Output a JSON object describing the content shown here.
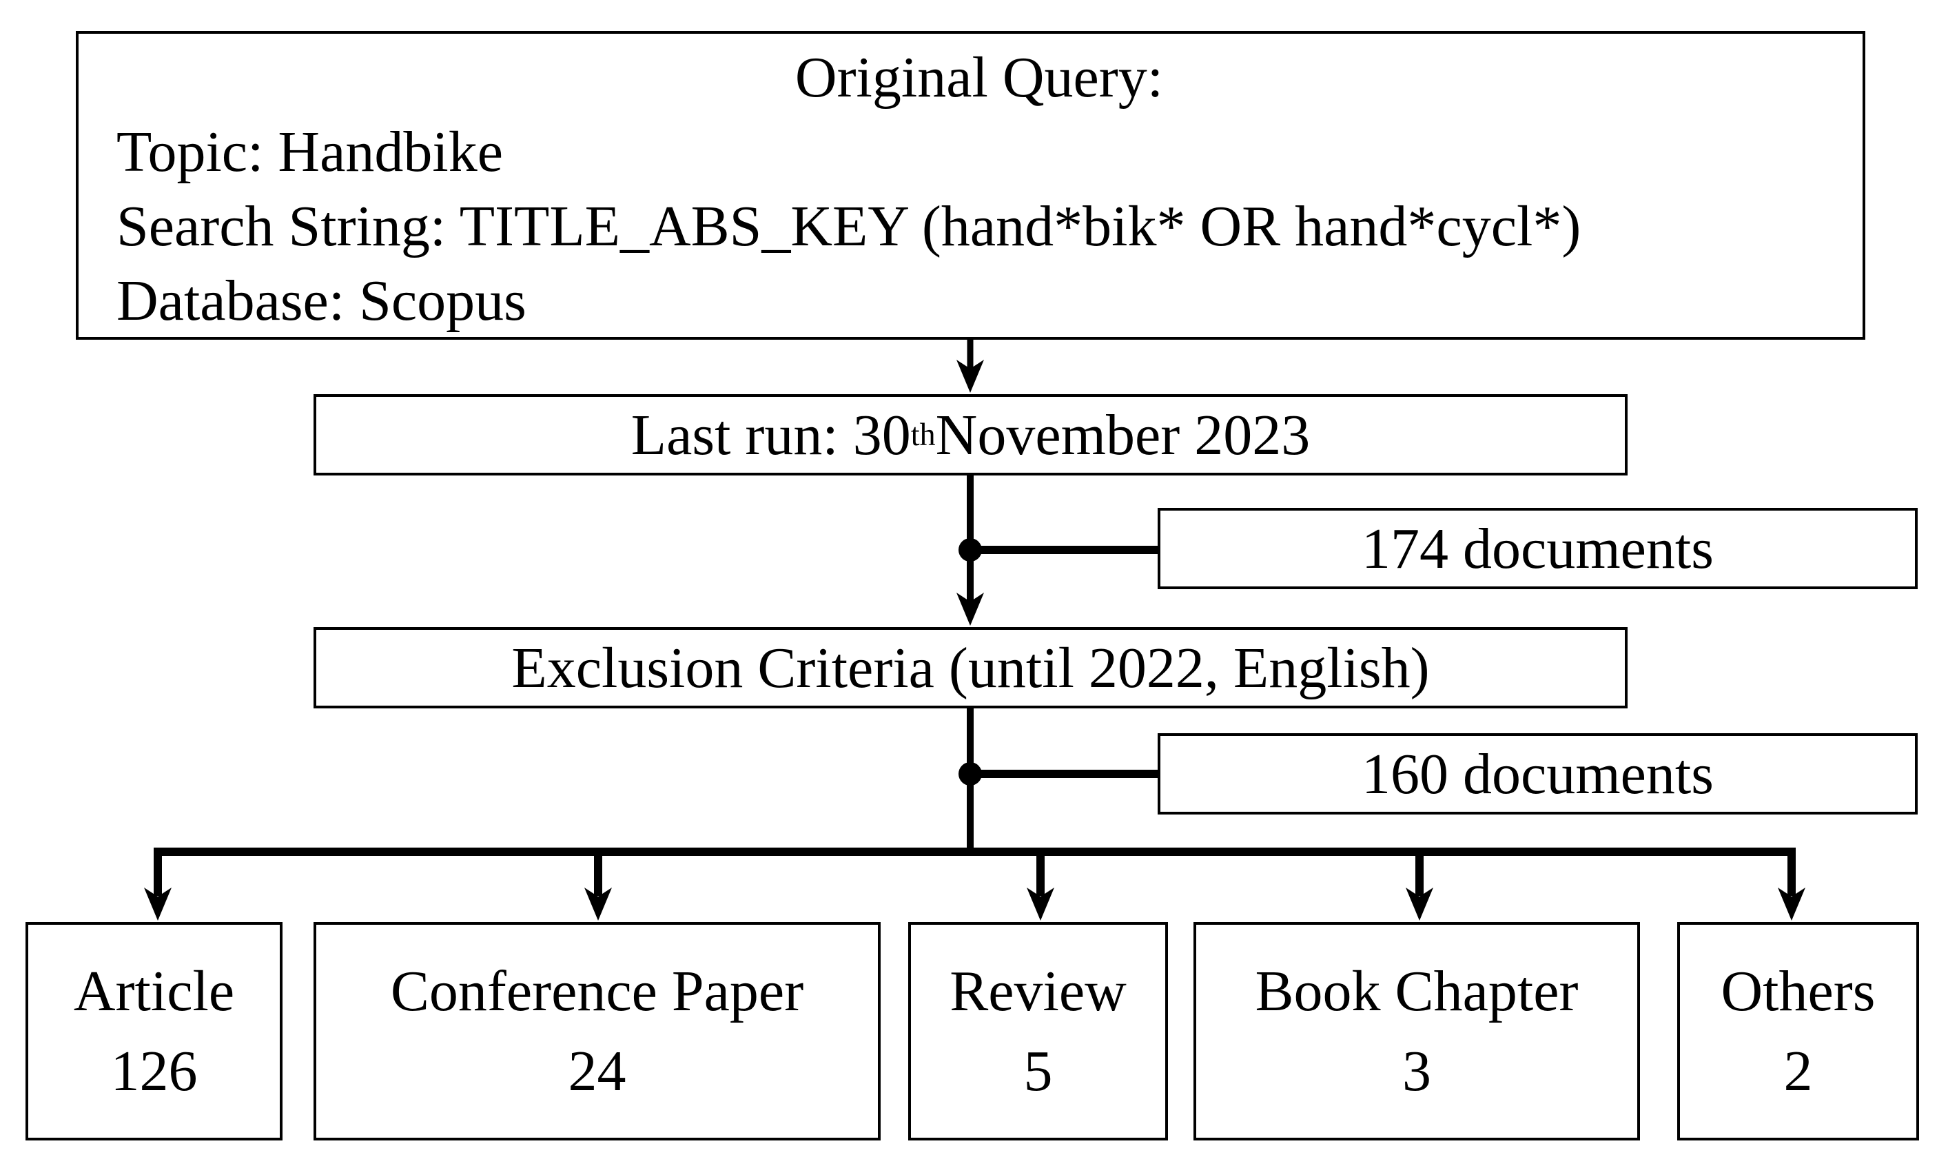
{
  "figure": {
    "background_color": "#ffffff",
    "line_color": "#000000",
    "text_color": "#000000"
  },
  "query_box": {
    "title": "Original Query:",
    "lines": [
      "Topic: Handbike",
      "Search String: TITLE_ABS_KEY (hand*bik* OR hand*cycl*)",
      "Database: Scopus"
    ]
  },
  "last_run_box": {
    "prefix": "Last run: 30",
    "sup": "th",
    "suffix": " November 2023"
  },
  "exclusion_box": {
    "label": "Exclusion Criteria (until 2022, English)"
  },
  "count_boxes": {
    "initial": "174 documents",
    "filtered": "160 documents"
  },
  "categories": [
    {
      "label": "Article",
      "count": "126"
    },
    {
      "label": "Conference Paper",
      "count": "24"
    },
    {
      "label": "Review",
      "count": "5"
    },
    {
      "label": "Book Chapter",
      "count": "3"
    },
    {
      "label": "Others",
      "count": "2"
    }
  ]
}
